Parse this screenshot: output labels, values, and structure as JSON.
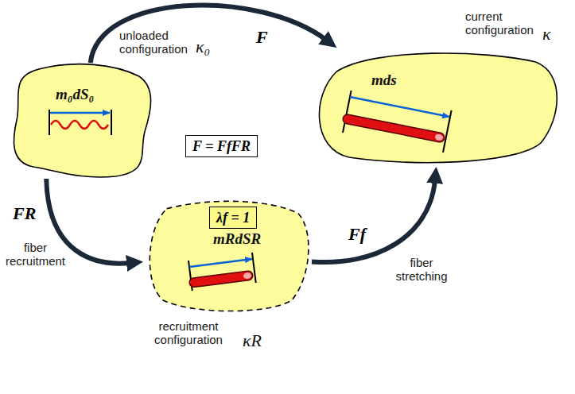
{
  "diagram": {
    "nodes": [
      {
        "text": [
          "unloaded configuration",
          "κ₀",
          "m₀dS₀"
        ]
      },
      {
        "text": [
          "current configuration",
          "κ",
          "mds"
        ]
      },
      {
        "text": [
          "F = FfFR"
        ]
      },
      {
        "text": [
          "recruitment configuration",
          "κR",
          "mRdSR"
        ]
      },
      {
        "text": [
          "λf = 1"
        ],
        "in": 3
      }
    ],
    "edges": [
      {
        "from": 0,
        "to": 1,
        "arrow": "to",
        "label": "F"
      },
      {
        "from": 0,
        "to": 3,
        "arrow": "to",
        "label": "FR"
      },
      {
        "from": 3,
        "to": 1,
        "arrow": "to",
        "label": "Ff"
      }
    ],
    "labels": [
      "fiber recruitment",
      "fiber stretching"
    ]
  }
}
